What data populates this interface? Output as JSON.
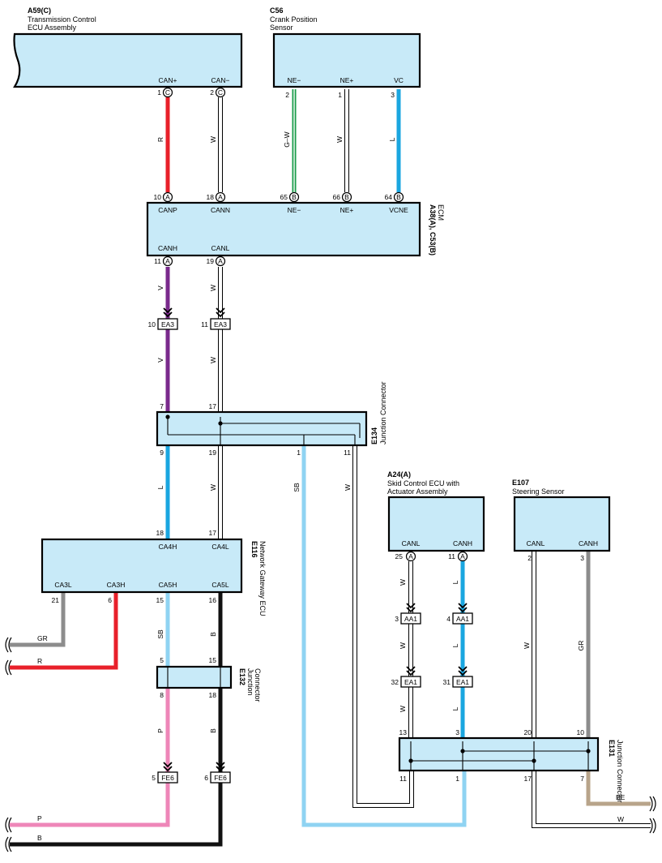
{
  "components": {
    "a59": {
      "code": "A59(C)",
      "name_line1": "Transmission Control",
      "name_line2": "ECU Assembly",
      "term_canp": "CAN+",
      "term_cann": "CAN−"
    },
    "c56": {
      "code": "C56",
      "name_line1": "Crank Position",
      "name_line2": "Sensor",
      "term_ne_minus": "NE−",
      "term_ne_plus": "NE+",
      "term_vc": "VC"
    },
    "ecm": {
      "code": "A38(A), C53(B)",
      "name": "ECM",
      "term_canp": "CANP",
      "term_cann": "CANN",
      "term_ne_minus": "NE−",
      "term_ne_plus": "NE+",
      "term_vcne": "VCNE",
      "term_canh": "CANH",
      "term_canl": "CANL"
    },
    "e134": {
      "code": "E134",
      "name": "Junction Connector"
    },
    "e116": {
      "code": "E116",
      "name": "Network Gateway ECU",
      "term_ca4h": "CA4H",
      "term_ca4l": "CA4L",
      "term_ca3l": "CA3L",
      "term_ca3h": "CA3H",
      "term_ca5h": "CA5H",
      "term_ca5l": "CA5L"
    },
    "e132": {
      "code": "E132",
      "name_line1": "Junction",
      "name_line2": "Connector"
    },
    "a24": {
      "code": "A24(A)",
      "name_line1": "Skid Control ECU with",
      "name_line2": "Actuator Assembly",
      "term_canl": "CANL",
      "term_canh": "CANH"
    },
    "e107": {
      "code": "E107",
      "name": "Steering Sensor",
      "term_canl": "CANL",
      "term_canh": "CANH"
    },
    "e131": {
      "code": "E131",
      "name": "Junction Connector"
    }
  },
  "pins": {
    "a59_1": "1",
    "a59_2": "2",
    "a59_conn": "C",
    "c56_2": "2",
    "c56_1": "1",
    "c56_3": "3",
    "ecm_10": "10",
    "ecm_18": "18",
    "ecm_65": "65",
    "ecm_66": "66",
    "ecm_64": "64",
    "ecm_11": "11",
    "ecm_19": "19",
    "conn_a": "A",
    "conn_b": "B",
    "ea3_10": "10",
    "ea3_11": "11",
    "ea3_label": "EA3",
    "e134_7": "7",
    "e134_17": "17",
    "e134_9": "9",
    "e134_19": "19",
    "e134_1": "1",
    "e134_11": "11",
    "e116_18": "18",
    "e116_17": "17",
    "e116_21": "21",
    "e116_6": "6",
    "e116_15": "15",
    "e116_16": "16",
    "e132_5": "5",
    "e132_15": "15",
    "e132_8": "8",
    "e132_18": "18",
    "fe6_5": "5",
    "fe6_6": "6",
    "fe6_label": "FE6",
    "a24_25": "25",
    "a24_11": "11",
    "aa1_3": "3",
    "aa1_4": "4",
    "aa1_label": "AA1",
    "ea1_32": "32",
    "ea1_31": "31",
    "ea1_label": "EA1",
    "e107_2": "2",
    "e107_3": "3",
    "e131_13": "13",
    "e131_3": "3",
    "e131_20": "20",
    "e131_10": "10",
    "e131_11": "11",
    "e131_1": "1",
    "e131_17": "17",
    "e131_7": "7"
  },
  "wire_colors": {
    "r": "R",
    "w": "W",
    "gw": "G–W",
    "l": "L",
    "v": "V",
    "sb": "SB",
    "gr": "GR",
    "b": "B",
    "p": "P",
    "be": "BE"
  },
  "colors": {
    "red": "#e8202a",
    "green": "#1a9c4a",
    "blue": "#1aa6e0",
    "violet": "#7a2a8c",
    "lightblue": "#8fd3f2",
    "gray": "#8c8c8c",
    "black": "#111111",
    "pink": "#ee86b8",
    "beige": "#b8a48a",
    "box_fill": "#c8eaf8"
  }
}
